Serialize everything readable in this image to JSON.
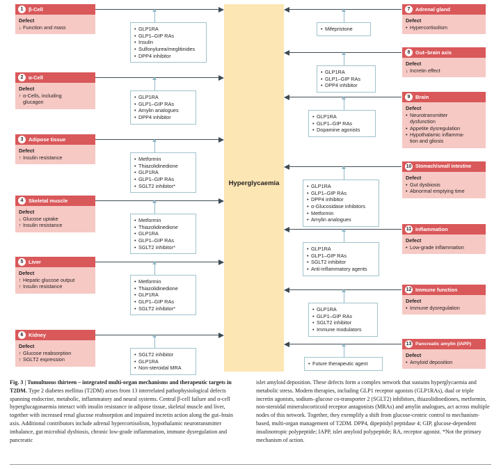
{
  "figure": {
    "center": {
      "label": "Hyperglycaemia"
    },
    "defect_heading": "Defect",
    "left_organs": [
      {
        "num": "1",
        "name": "β-Cell",
        "defects": [
          {
            "marker": "↓",
            "text": "Function and mass"
          }
        ],
        "drugs": [
          "GLP1RA",
          "GLP1–GIP RAs",
          "Insulin",
          "Sulfonylurea/meglitinides",
          "DPP4 inhibitor"
        ]
      },
      {
        "num": "2",
        "name": "α-Cell",
        "defects": [
          {
            "marker": "↑",
            "text": "α-Cells, including\n  glucagon"
          }
        ],
        "drugs": [
          "GLP1RA",
          "GLP1–GIP RAs",
          "Amylin analogues",
          "DPP4 inhibitor"
        ]
      },
      {
        "num": "3",
        "name": "Adipose tissue",
        "defects": [
          {
            "marker": "↑",
            "text": "Insulin resistance"
          }
        ],
        "drugs": [
          "Metformin",
          "Thiazolidinedione",
          "GLP1RA",
          "GLP1–GIP RAs",
          "SGLT2 inhibitor*"
        ]
      },
      {
        "num": "4",
        "name": "Skeletal muscle",
        "defects": [
          {
            "marker": "↓",
            "text": "Glucose uptake"
          },
          {
            "marker": "↑",
            "text": "Insulin resistance"
          }
        ],
        "drugs": [
          "Metformin",
          "Thiazolidinedione",
          "GLP1RA",
          "GLP1–GIP RAs",
          "SGLT2 inhibitor*"
        ]
      },
      {
        "num": "5",
        "name": "Liver",
        "defects": [
          {
            "marker": "↑",
            "text": "Hepatic glucose output"
          },
          {
            "marker": "↑",
            "text": "Insulin resistance"
          }
        ],
        "drugs": [
          "Metformin",
          "Thiazolidinedione",
          "GLP1RA",
          "GLP1–GIP RAs",
          "SGLT2 inhibitor*"
        ]
      },
      {
        "num": "6",
        "name": "Kidney",
        "defects": [
          {
            "marker": "↑",
            "text": "Glucose reabsorption"
          },
          {
            "marker": "↑",
            "text": "SGLT2 expression"
          }
        ],
        "drugs": [
          "SGLT2 inhibitor",
          "GLP1RA",
          "Non-steroidal MRA"
        ]
      }
    ],
    "right_organs": [
      {
        "num": "7",
        "name": "Adrenal gland",
        "defects": [
          {
            "marker": "•",
            "text": "Hypercortisolism"
          }
        ],
        "drugs": [
          "Mifepristone"
        ]
      },
      {
        "num": "8",
        "name": "Gut–brain axis",
        "defects": [
          {
            "marker": "↓",
            "text": "Incretin effect"
          }
        ],
        "drugs": [
          "GLP1RA",
          "GLP1–GIP RAs",
          "DPP4 inhibitor"
        ]
      },
      {
        "num": "9",
        "name": "Brain",
        "defects": [
          {
            "marker": "•",
            "text": "Neurotransmitter\n  dysfunction"
          },
          {
            "marker": "•",
            "text": "Appetite dysregulation"
          },
          {
            "marker": "•",
            "text": "Hypothalamic inflamma-\n  tion and gliosis"
          }
        ],
        "drugs": [
          "GLP1RA",
          "GLP1–GIP RAs",
          "Dopamine agonists"
        ]
      },
      {
        "num": "10",
        "name": "Stomach/small intestine",
        "defects": [
          {
            "marker": "•",
            "text": "Gut dysbiosis"
          },
          {
            "marker": "•",
            "text": "Abnormal emptying time"
          }
        ],
        "drugs": [
          "GLP1RA",
          "GLP1–GIP RAs",
          "DPP4 inhibitor",
          "α-Glucosidase inhibitors",
          "Metformin",
          "Amylin analogues"
        ]
      },
      {
        "num": "11",
        "name": "Inflammation",
        "defects": [
          {
            "marker": "•",
            "text": "Low-grade inflammation"
          }
        ],
        "drugs": [
          "GLP1RA",
          "GLP1–GIP RAs",
          "SGLT2 inhibitor",
          "Anti-inflammatory agents"
        ]
      },
      {
        "num": "12",
        "name": "Immune function",
        "defects": [
          {
            "marker": "•",
            "text": "Immune dysregulation"
          }
        ],
        "drugs": [
          "GLP1RA",
          "GLP1–GIP RAs",
          "SGLT2 inhibitor",
          "Immune modulators"
        ]
      },
      {
        "num": "13",
        "name": "Pancreatic amylin (IAPP)",
        "defects": [
          {
            "marker": "•",
            "text": "Amyloid deposition"
          }
        ],
        "drugs": [
          "Future therapeutic agent"
        ]
      }
    ]
  },
  "caption": {
    "label": "Fig. 3 |",
    "title": "Tumultuous thirteen – integrated multi-organ mechanisms and therapeutic targets in T2DM.",
    "left_text": "Type 2 diabetes mellitus (T2DM) arises from 13 interrelated pathophysiological defects spanning endocrine, metabolic, inflammatory and neural systems. Central β-cell failure and α-cell hyperglucagonaemia interact with insulin resistance in adipose tissue, skeletal muscle and liver, together with increased renal glucose reabsorption and impaired incretin action along the gut–brain axis. Additional contributors include adrenal hypercortisolism, hypothalamic neurotransmitter imbalance, gut microbial dysbiosis, chronic low-grade inflammation, immune dysregulation and pancreatic",
    "right_text": "islet amyloid deposition. These defects form a complex network that sustains hyperglycaemia and metabolic stress. Modern therapies, including GLP1 receptor agonists (GLP1RAs), dual or triple incretin agonists, sodium–glucose co-transporter 2 (SGLT2) inhibitors, thiazolidinediones, metformin, non-steroidal mineralocorticoid receptor antagonists (MRAs) and amylin analogues, act across multiple nodes of this network. Together, they exemplify a shift from glucose-centric control to mechanism-based, multi-organ management of T2DM. DPP4, dipeptidyl peptidase 4; GIP, glucose-dependent insulinotropic polypeptide; IAPP, islet amyloid polypeptide; RA, receptor agonist. *Not the primary mechanism of action."
  },
  "colors": {
    "header_red": "#d9585a",
    "body_pink": "#f6c9c4",
    "center_yellow": "#fbe6b4",
    "arrow_dark": "#3e4a52",
    "arrow_blue": "#8fb7c6"
  }
}
